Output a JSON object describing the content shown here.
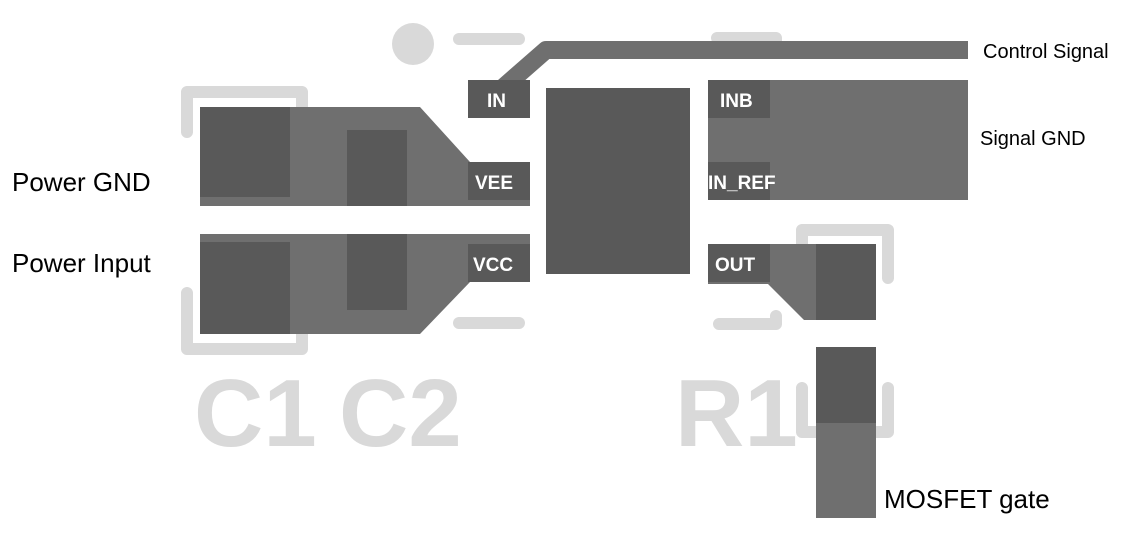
{
  "colors": {
    "background": "#ffffff",
    "copper": "#6f6f6f",
    "pad": "#595959",
    "silkscreen": "#d9d9d9",
    "label_text": "#000000",
    "pin_text": "#ffffff"
  },
  "ic_pins": {
    "in": "IN",
    "vee": "VEE",
    "vcc": "VCC",
    "inb": "INB",
    "in_ref": "IN_REF",
    "out": "OUT"
  },
  "designators": {
    "c1": "C1",
    "c2": "C2",
    "r1": "R1"
  },
  "net_labels": {
    "control_signal": "Control Signal",
    "signal_gnd": "Signal GND",
    "power_gnd": "Power GND",
    "power_input": "Power Input",
    "mosfet_gate": "MOSFET gate"
  }
}
